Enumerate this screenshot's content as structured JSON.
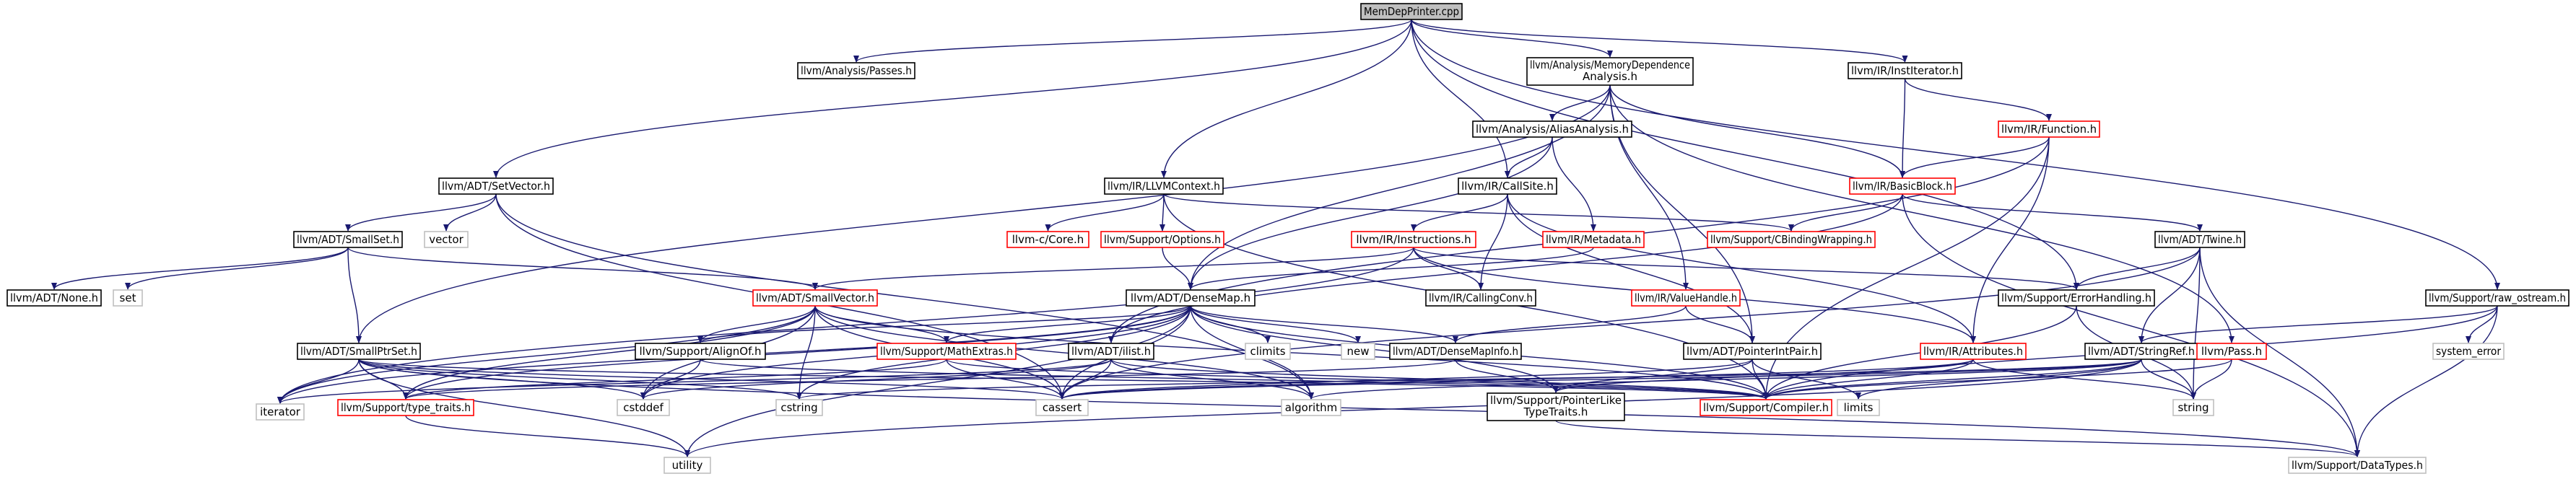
{
  "graph": {
    "title": "MemDepPrinter.cpp",
    "colors": {
      "root_fill": "#bfbfbf",
      "node_fill": "#ffffff",
      "normal_border": "#000000",
      "missing_border": "#ff0000",
      "system_border": "#bfbfbf",
      "edge": "#191970"
    },
    "nodes": [
      {
        "id": "root",
        "label": "MemDepPrinter.cpp",
        "kind": "root"
      },
      {
        "id": "passes",
        "label": "llvm/Analysis/Passes.h",
        "kind": "normal"
      },
      {
        "id": "memdep",
        "label": "llvm/Analysis/MemoryDependence",
        "label2": "Analysis.h",
        "kind": "normal"
      },
      {
        "id": "institerator",
        "label": "llvm/IR/InstIterator.h",
        "kind": "normal"
      },
      {
        "id": "aliasanalysis",
        "label": "llvm/Analysis/AliasAnalysis.h",
        "kind": "normal"
      },
      {
        "id": "function",
        "label": "llvm/IR/Function.h",
        "kind": "missing"
      },
      {
        "id": "setvector",
        "label": "llvm/ADT/SetVector.h",
        "kind": "normal"
      },
      {
        "id": "llvmcontext",
        "label": "llvm/IR/LLVMContext.h",
        "kind": "normal"
      },
      {
        "id": "callsite",
        "label": "llvm/IR/CallSite.h",
        "kind": "normal"
      },
      {
        "id": "basicblock",
        "label": "llvm/IR/BasicBlock.h",
        "kind": "missing"
      },
      {
        "id": "smallset",
        "label": "llvm/ADT/SmallSet.h",
        "kind": "normal"
      },
      {
        "id": "vector",
        "label": "vector",
        "kind": "system"
      },
      {
        "id": "ccore",
        "label": "llvm-c/Core.h",
        "kind": "missing"
      },
      {
        "id": "options",
        "label": "llvm/Support/Options.h",
        "kind": "missing"
      },
      {
        "id": "instructions",
        "label": "llvm/IR/Instructions.h",
        "kind": "missing"
      },
      {
        "id": "metadata",
        "label": "llvm/IR/Metadata.h",
        "kind": "missing"
      },
      {
        "id": "cbinding",
        "label": "llvm/Support/CBindingWrapping.h",
        "kind": "missing"
      },
      {
        "id": "twine",
        "label": "llvm/ADT/Twine.h",
        "kind": "normal"
      },
      {
        "id": "none",
        "label": "llvm/ADT/None.h",
        "kind": "normal"
      },
      {
        "id": "set",
        "label": "set",
        "kind": "system"
      },
      {
        "id": "smallvector",
        "label": "llvm/ADT/SmallVector.h",
        "kind": "missing"
      },
      {
        "id": "densemap",
        "label": "llvm/ADT/DenseMap.h",
        "kind": "normal"
      },
      {
        "id": "callingconv",
        "label": "llvm/IR/CallingConv.h",
        "kind": "normal"
      },
      {
        "id": "valuehandle",
        "label": "llvm/IR/ValueHandle.h",
        "kind": "missing"
      },
      {
        "id": "errorhandling",
        "label": "llvm/Support/ErrorHandling.h",
        "kind": "normal"
      },
      {
        "id": "rawostream",
        "label": "llvm/Support/raw_ostream.h",
        "kind": "normal"
      },
      {
        "id": "smallptrset",
        "label": "llvm/ADT/SmallPtrSet.h",
        "kind": "normal"
      },
      {
        "id": "alignof",
        "label": "llvm/Support/AlignOf.h",
        "kind": "normal"
      },
      {
        "id": "mathextras",
        "label": "llvm/Support/MathExtras.h",
        "kind": "missing"
      },
      {
        "id": "ilist",
        "label": "llvm/ADT/ilist.h",
        "kind": "normal"
      },
      {
        "id": "climits",
        "label": "climits",
        "kind": "system"
      },
      {
        "id": "new",
        "label": "new",
        "kind": "system"
      },
      {
        "id": "densemapinfo",
        "label": "llvm/ADT/DenseMapInfo.h",
        "kind": "normal"
      },
      {
        "id": "pointerintpair",
        "label": "llvm/ADT/PointerIntPair.h",
        "kind": "normal"
      },
      {
        "id": "attributes",
        "label": "llvm/IR/Attributes.h",
        "kind": "missing"
      },
      {
        "id": "stringref",
        "label": "llvm/ADT/StringRef.h",
        "kind": "normal"
      },
      {
        "id": "pass",
        "label": "llvm/Pass.h",
        "kind": "missing"
      },
      {
        "id": "systemerror",
        "label": "system_error",
        "kind": "system"
      },
      {
        "id": "iterator",
        "label": "iterator",
        "kind": "system"
      },
      {
        "id": "typetraits",
        "label": "llvm/Support/type_traits.h",
        "kind": "missing"
      },
      {
        "id": "cstddef",
        "label": "cstddef",
        "kind": "system"
      },
      {
        "id": "cstring",
        "label": "cstring",
        "kind": "system"
      },
      {
        "id": "cassert",
        "label": "cassert",
        "kind": "system"
      },
      {
        "id": "algorithm",
        "label": "algorithm",
        "kind": "system"
      },
      {
        "id": "pointerliketypetraits",
        "label": "llvm/Support/PointerLike",
        "label2": "TypeTraits.h",
        "kind": "normal"
      },
      {
        "id": "compiler",
        "label": "llvm/Support/Compiler.h",
        "kind": "missing"
      },
      {
        "id": "limits",
        "label": "limits",
        "kind": "system"
      },
      {
        "id": "string",
        "label": "string",
        "kind": "system"
      },
      {
        "id": "utility",
        "label": "utility",
        "kind": "system"
      },
      {
        "id": "datatypes",
        "label": "llvm/Support/DataTypes.h",
        "kind": "system"
      }
    ],
    "edges": [
      [
        "root",
        "passes"
      ],
      [
        "root",
        "memdep"
      ],
      [
        "root",
        "institerator"
      ],
      [
        "root",
        "setvector"
      ],
      [
        "root",
        "llvmcontext"
      ],
      [
        "root",
        "callsite"
      ],
      [
        "root",
        "errorhandling"
      ],
      [
        "root",
        "rawostream"
      ],
      [
        "memdep",
        "aliasanalysis"
      ],
      [
        "memdep",
        "basicblock"
      ],
      [
        "memdep",
        "densemap"
      ],
      [
        "memdep",
        "valuehandle"
      ],
      [
        "memdep",
        "smallptrset"
      ],
      [
        "memdep",
        "pointerintpair"
      ],
      [
        "memdep",
        "pass"
      ],
      [
        "institerator",
        "function"
      ],
      [
        "institerator",
        "basicblock"
      ],
      [
        "function",
        "basicblock"
      ],
      [
        "function",
        "attributes"
      ],
      [
        "function",
        "ilist"
      ],
      [
        "function",
        "compiler"
      ],
      [
        "aliasanalysis",
        "callsite"
      ],
      [
        "aliasanalysis",
        "metadata"
      ],
      [
        "aliasanalysis",
        "densemap"
      ],
      [
        "setvector",
        "smallset"
      ],
      [
        "setvector",
        "vector"
      ],
      [
        "setvector",
        "cassert"
      ],
      [
        "setvector",
        "algorithm"
      ],
      [
        "llvmcontext",
        "ccore"
      ],
      [
        "llvmcontext",
        "options"
      ],
      [
        "llvmcontext",
        "cbinding"
      ],
      [
        "llvmcontext",
        "compiler"
      ],
      [
        "callsite",
        "instructions"
      ],
      [
        "callsite",
        "callingconv"
      ],
      [
        "callsite",
        "attributes"
      ],
      [
        "callsite",
        "pointerintpair"
      ],
      [
        "basicblock",
        "twine"
      ],
      [
        "basicblock",
        "cbinding"
      ],
      [
        "basicblock",
        "datatypes"
      ],
      [
        "basicblock",
        "ilist"
      ],
      [
        "smallset",
        "none"
      ],
      [
        "smallset",
        "set"
      ],
      [
        "smallset",
        "smallptrset"
      ],
      [
        "smallset",
        "smallvector"
      ],
      [
        "options",
        "densemap"
      ],
      [
        "instructions",
        "iterator"
      ],
      [
        "instructions",
        "smallvector"
      ],
      [
        "instructions",
        "callingconv"
      ],
      [
        "instructions",
        "attributes"
      ],
      [
        "instructions",
        "errorhandling"
      ],
      [
        "metadata",
        "densemap"
      ],
      [
        "twine",
        "errorhandling"
      ],
      [
        "twine",
        "stringref"
      ],
      [
        "twine",
        "string"
      ],
      [
        "twine",
        "datatypes"
      ],
      [
        "twine",
        "cassert"
      ],
      [
        "smallvector",
        "alignof"
      ],
      [
        "smallvector",
        "mathextras"
      ],
      [
        "smallvector",
        "typetraits"
      ],
      [
        "smallvector",
        "cstddef"
      ],
      [
        "smallvector",
        "cstring"
      ],
      [
        "smallvector",
        "cassert"
      ],
      [
        "smallvector",
        "algorithm"
      ],
      [
        "smallvector",
        "iterator"
      ],
      [
        "smallvector",
        "compiler"
      ],
      [
        "densemap",
        "alignof"
      ],
      [
        "densemap",
        "mathextras"
      ],
      [
        "densemap",
        "densemapinfo"
      ],
      [
        "densemap",
        "climits"
      ],
      [
        "densemap",
        "new"
      ],
      [
        "densemap",
        "utility"
      ],
      [
        "densemap",
        "cstddef"
      ],
      [
        "densemap",
        "cstring"
      ],
      [
        "densemap",
        "cassert"
      ],
      [
        "densemap",
        "algorithm"
      ],
      [
        "densemap",
        "iterator"
      ],
      [
        "densemap",
        "pointerliketypetraits"
      ],
      [
        "densemap",
        "typetraits"
      ],
      [
        "densemap",
        "compiler"
      ],
      [
        "valuehandle",
        "densemapinfo"
      ],
      [
        "valuehandle",
        "pointerintpair"
      ],
      [
        "errorhandling",
        "compiler"
      ],
      [
        "errorhandling",
        "string"
      ],
      [
        "rawostream",
        "compiler"
      ],
      [
        "rawostream",
        "systemerror"
      ],
      [
        "rawostream",
        "datatypes"
      ],
      [
        "rawostream",
        "stringref"
      ],
      [
        "smallptrset",
        "cstddef"
      ],
      [
        "smallptrset",
        "cstring"
      ],
      [
        "smallptrset",
        "cassert"
      ],
      [
        "smallptrset",
        "iterator"
      ],
      [
        "smallptrset",
        "utility"
      ],
      [
        "smallptrset",
        "typetraits"
      ],
      [
        "smallptrset",
        "datatypes"
      ],
      [
        "smallptrset",
        "compiler"
      ],
      [
        "alignof",
        "cstddef"
      ],
      [
        "alignof",
        "compiler"
      ],
      [
        "mathextras",
        "compiler"
      ],
      [
        "mathextras",
        "cassert"
      ],
      [
        "mathextras",
        "typetraits"
      ],
      [
        "ilist",
        "iterator"
      ],
      [
        "ilist",
        "cstddef"
      ],
      [
        "ilist",
        "cassert"
      ],
      [
        "ilist",
        "algorithm"
      ],
      [
        "ilist",
        "compiler"
      ],
      [
        "densemapinfo",
        "pointerliketypetraits"
      ],
      [
        "densemapinfo",
        "typetraits"
      ],
      [
        "pointerintpair",
        "pointerliketypetraits"
      ],
      [
        "pointerintpair",
        "limits"
      ],
      [
        "pointerintpair",
        "cassert"
      ],
      [
        "pointerintpair",
        "compiler"
      ],
      [
        "attributes",
        "string"
      ],
      [
        "attributes",
        "cassert"
      ],
      [
        "attributes",
        "compiler"
      ],
      [
        "attributes",
        "pointerliketypetraits"
      ],
      [
        "stringref",
        "algorithm"
      ],
      [
        "stringref",
        "cassert"
      ],
      [
        "stringref",
        "cstring"
      ],
      [
        "stringref",
        "limits"
      ],
      [
        "stringref",
        "string"
      ],
      [
        "stringref",
        "utility"
      ],
      [
        "stringref",
        "compiler"
      ],
      [
        "pass",
        "string"
      ],
      [
        "pass",
        "compiler"
      ],
      [
        "typetraits",
        "utility"
      ],
      [
        "pointerliketypetraits",
        "datatypes"
      ]
    ]
  }
}
